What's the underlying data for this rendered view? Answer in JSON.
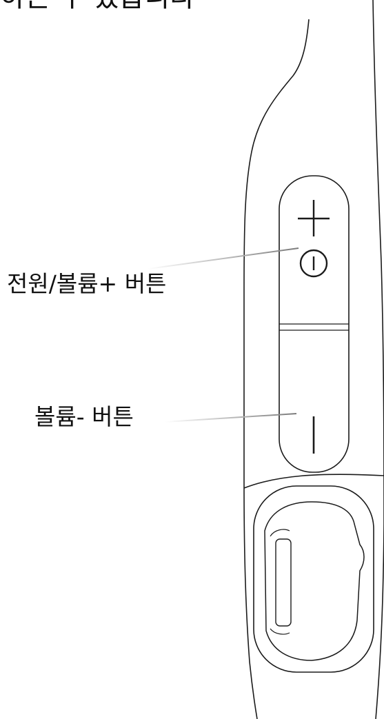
{
  "header": {
    "partial_text": "하는 수 있습니다"
  },
  "labels": {
    "power_volume_up": "전원/볼륨+ 버튼",
    "volume_down": "볼륨- 버튼"
  },
  "colors": {
    "line": "#1a1a1a",
    "leader": "#8a8a8a",
    "background": "#ffffff"
  }
}
